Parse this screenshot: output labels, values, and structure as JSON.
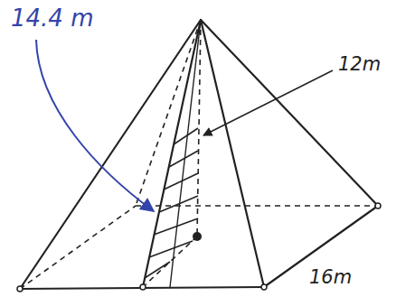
{
  "diagram": {
    "labels": [
      "14.4 m",
      "12m",
      "16m"
    ]
  }
}
